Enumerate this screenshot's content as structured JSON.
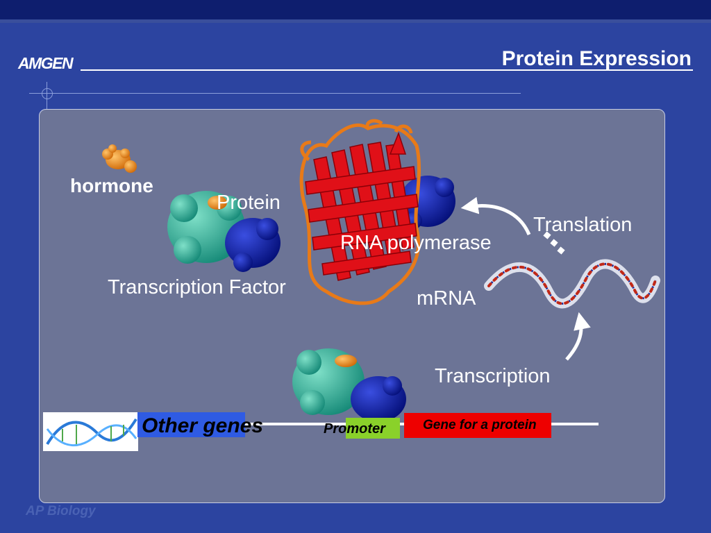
{
  "header": {
    "logo_text": "AMGEN",
    "title": "Protein Expression"
  },
  "labels": {
    "hormone": "hormone",
    "protein": "Protein",
    "rna_polymerase": "RNA polymerase",
    "translation": "Translation",
    "transcription_factor": "Transcription Factor",
    "mrna": "mRNA",
    "transcription": "Transcription"
  },
  "dna_strip": {
    "other_genes": "Other genes",
    "promoter": "Promoter",
    "gene_for_protein": "Gene for a protein"
  },
  "footer": {
    "text": "AP Biology"
  },
  "colors": {
    "background": "#2c44a0",
    "panel": "#6c7496",
    "hormone": "#f08a1c",
    "transcription_factor_teal": "#2fb59c",
    "transcription_factor_blue": "#0a1aa0",
    "polymerase_ribbon": "#e01018",
    "other_genes_box": "#2f5be3",
    "promoter_box": "#8ad12a",
    "gene_box": "#ee0000"
  },
  "icons": {
    "logo": "amgen-logo",
    "dna": "dna-double-helix-icon",
    "arrows": "curved-arrow-icon"
  }
}
